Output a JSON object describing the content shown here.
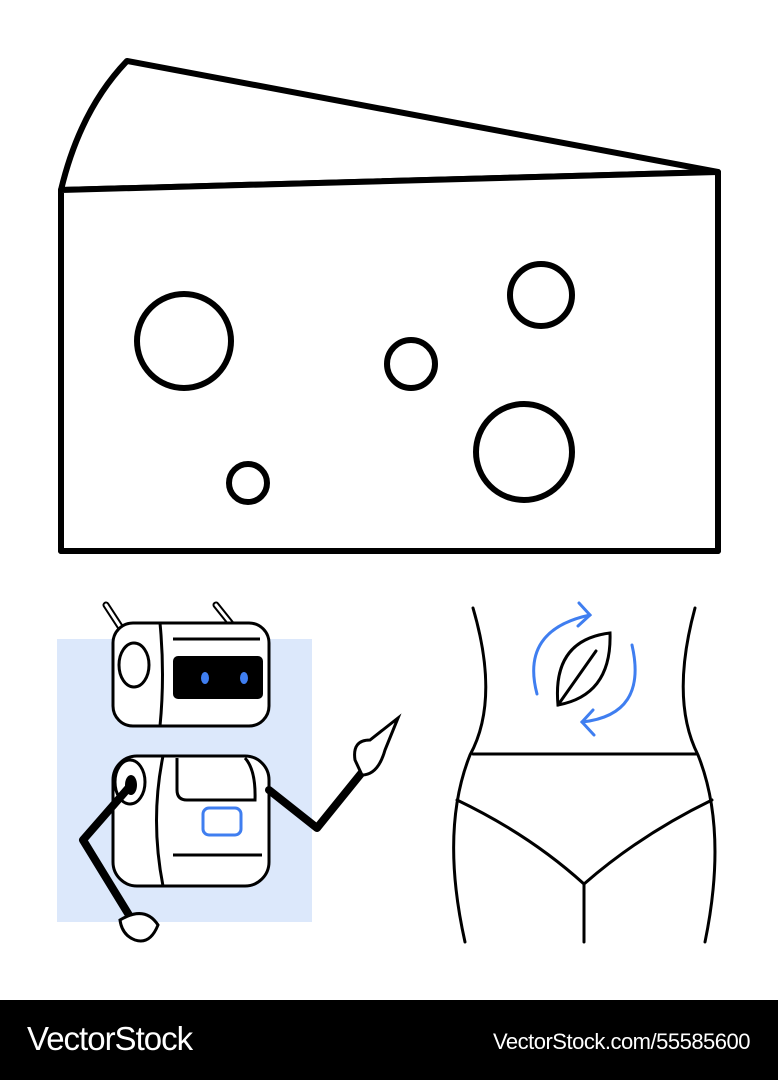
{
  "illustration": {
    "description": "Line-art illustration: cheese wedge with holes, pointing robot, torso with leaf and recycle arrows",
    "colors": {
      "stroke": "#000000",
      "accent": "#3f7ef0",
      "panel": "#dce8fb",
      "background": "#ffffff"
    }
  },
  "footer": {
    "brand": "VectorStock",
    "url": "VectorStock.com/55585600"
  }
}
